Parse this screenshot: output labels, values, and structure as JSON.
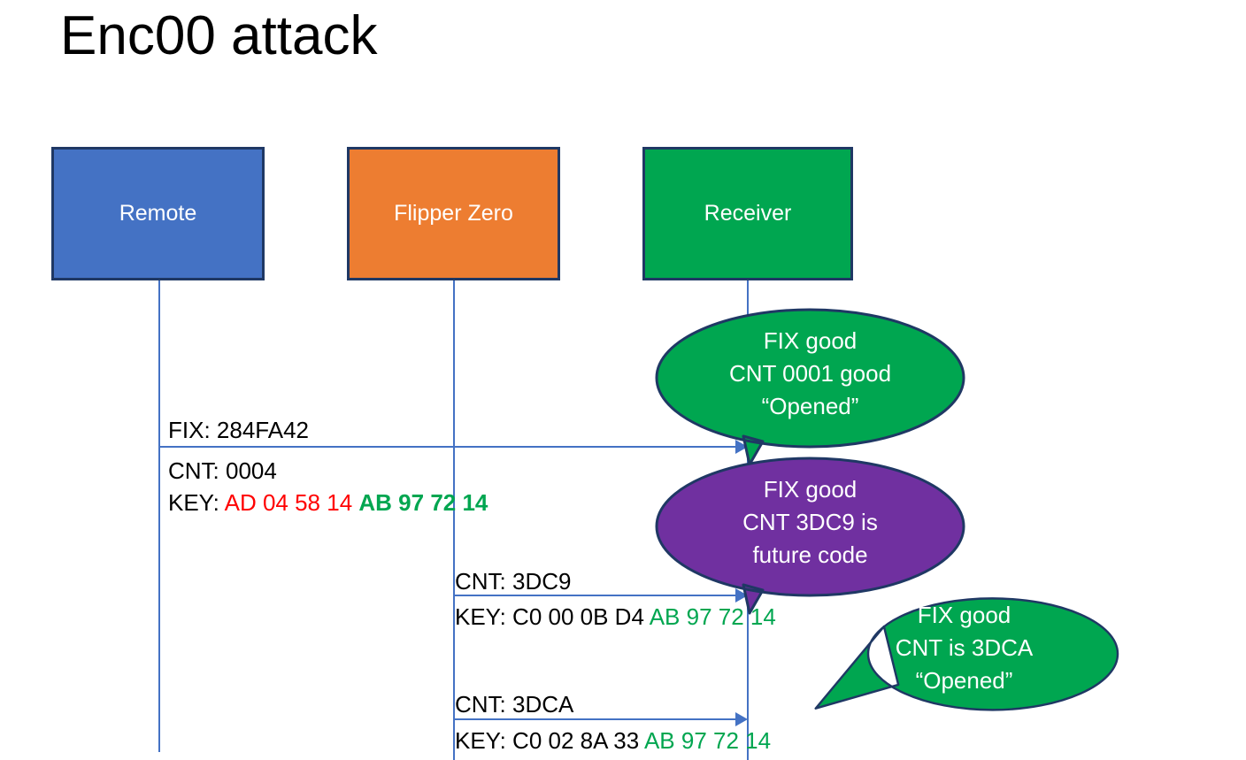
{
  "title": "Enc00 attack",
  "actors": [
    {
      "name": "Remote",
      "color": "#4472c4"
    },
    {
      "name": "Flipper Zero",
      "color": "#ed7d31"
    },
    {
      "name": "Receiver",
      "color": "#00a650"
    }
  ],
  "messages": [
    {
      "from": "Remote",
      "to": "Receiver",
      "above": "FIX: 284FA42",
      "below_line_1_label": "CNT: 0004",
      "below_line_2_label": "KEY: ",
      "below_line_2_hex_red": "AD 04 58 14",
      "below_line_2_hex_green": "AB 97 72 14"
    },
    {
      "from": "Flipper Zero",
      "to": "Receiver",
      "above": "CNT: 3DC9",
      "below_label": "KEY: C0 00 0B D4 ",
      "below_hex_green": "AB 97 72 14"
    },
    {
      "from": "Flipper Zero",
      "to": "Receiver",
      "above": "CNT: 3DCA",
      "below_label": "KEY: C0 02 8A 33 ",
      "below_hex_green": "AB 97 72 14"
    }
  ],
  "callouts": [
    {
      "color": "#00a650",
      "line1": "FIX good",
      "line2": "CNT 0001 good",
      "line3": "“Opened”"
    },
    {
      "color": "#7030a0",
      "line1": "FIX good",
      "line2": "CNT 3DC9 is",
      "line3": "future code"
    },
    {
      "color": "#00a650",
      "line1": "FIX good",
      "line2": "CNT is 3DCA",
      "line3": "“Opened”"
    }
  ],
  "colors": {
    "blue": "#4472c4",
    "orange": "#ed7d31",
    "green": "#00a650",
    "purple": "#7030a0",
    "border": "#1f3864",
    "red_text": "#ff0000",
    "green_text": "#00a650"
  }
}
